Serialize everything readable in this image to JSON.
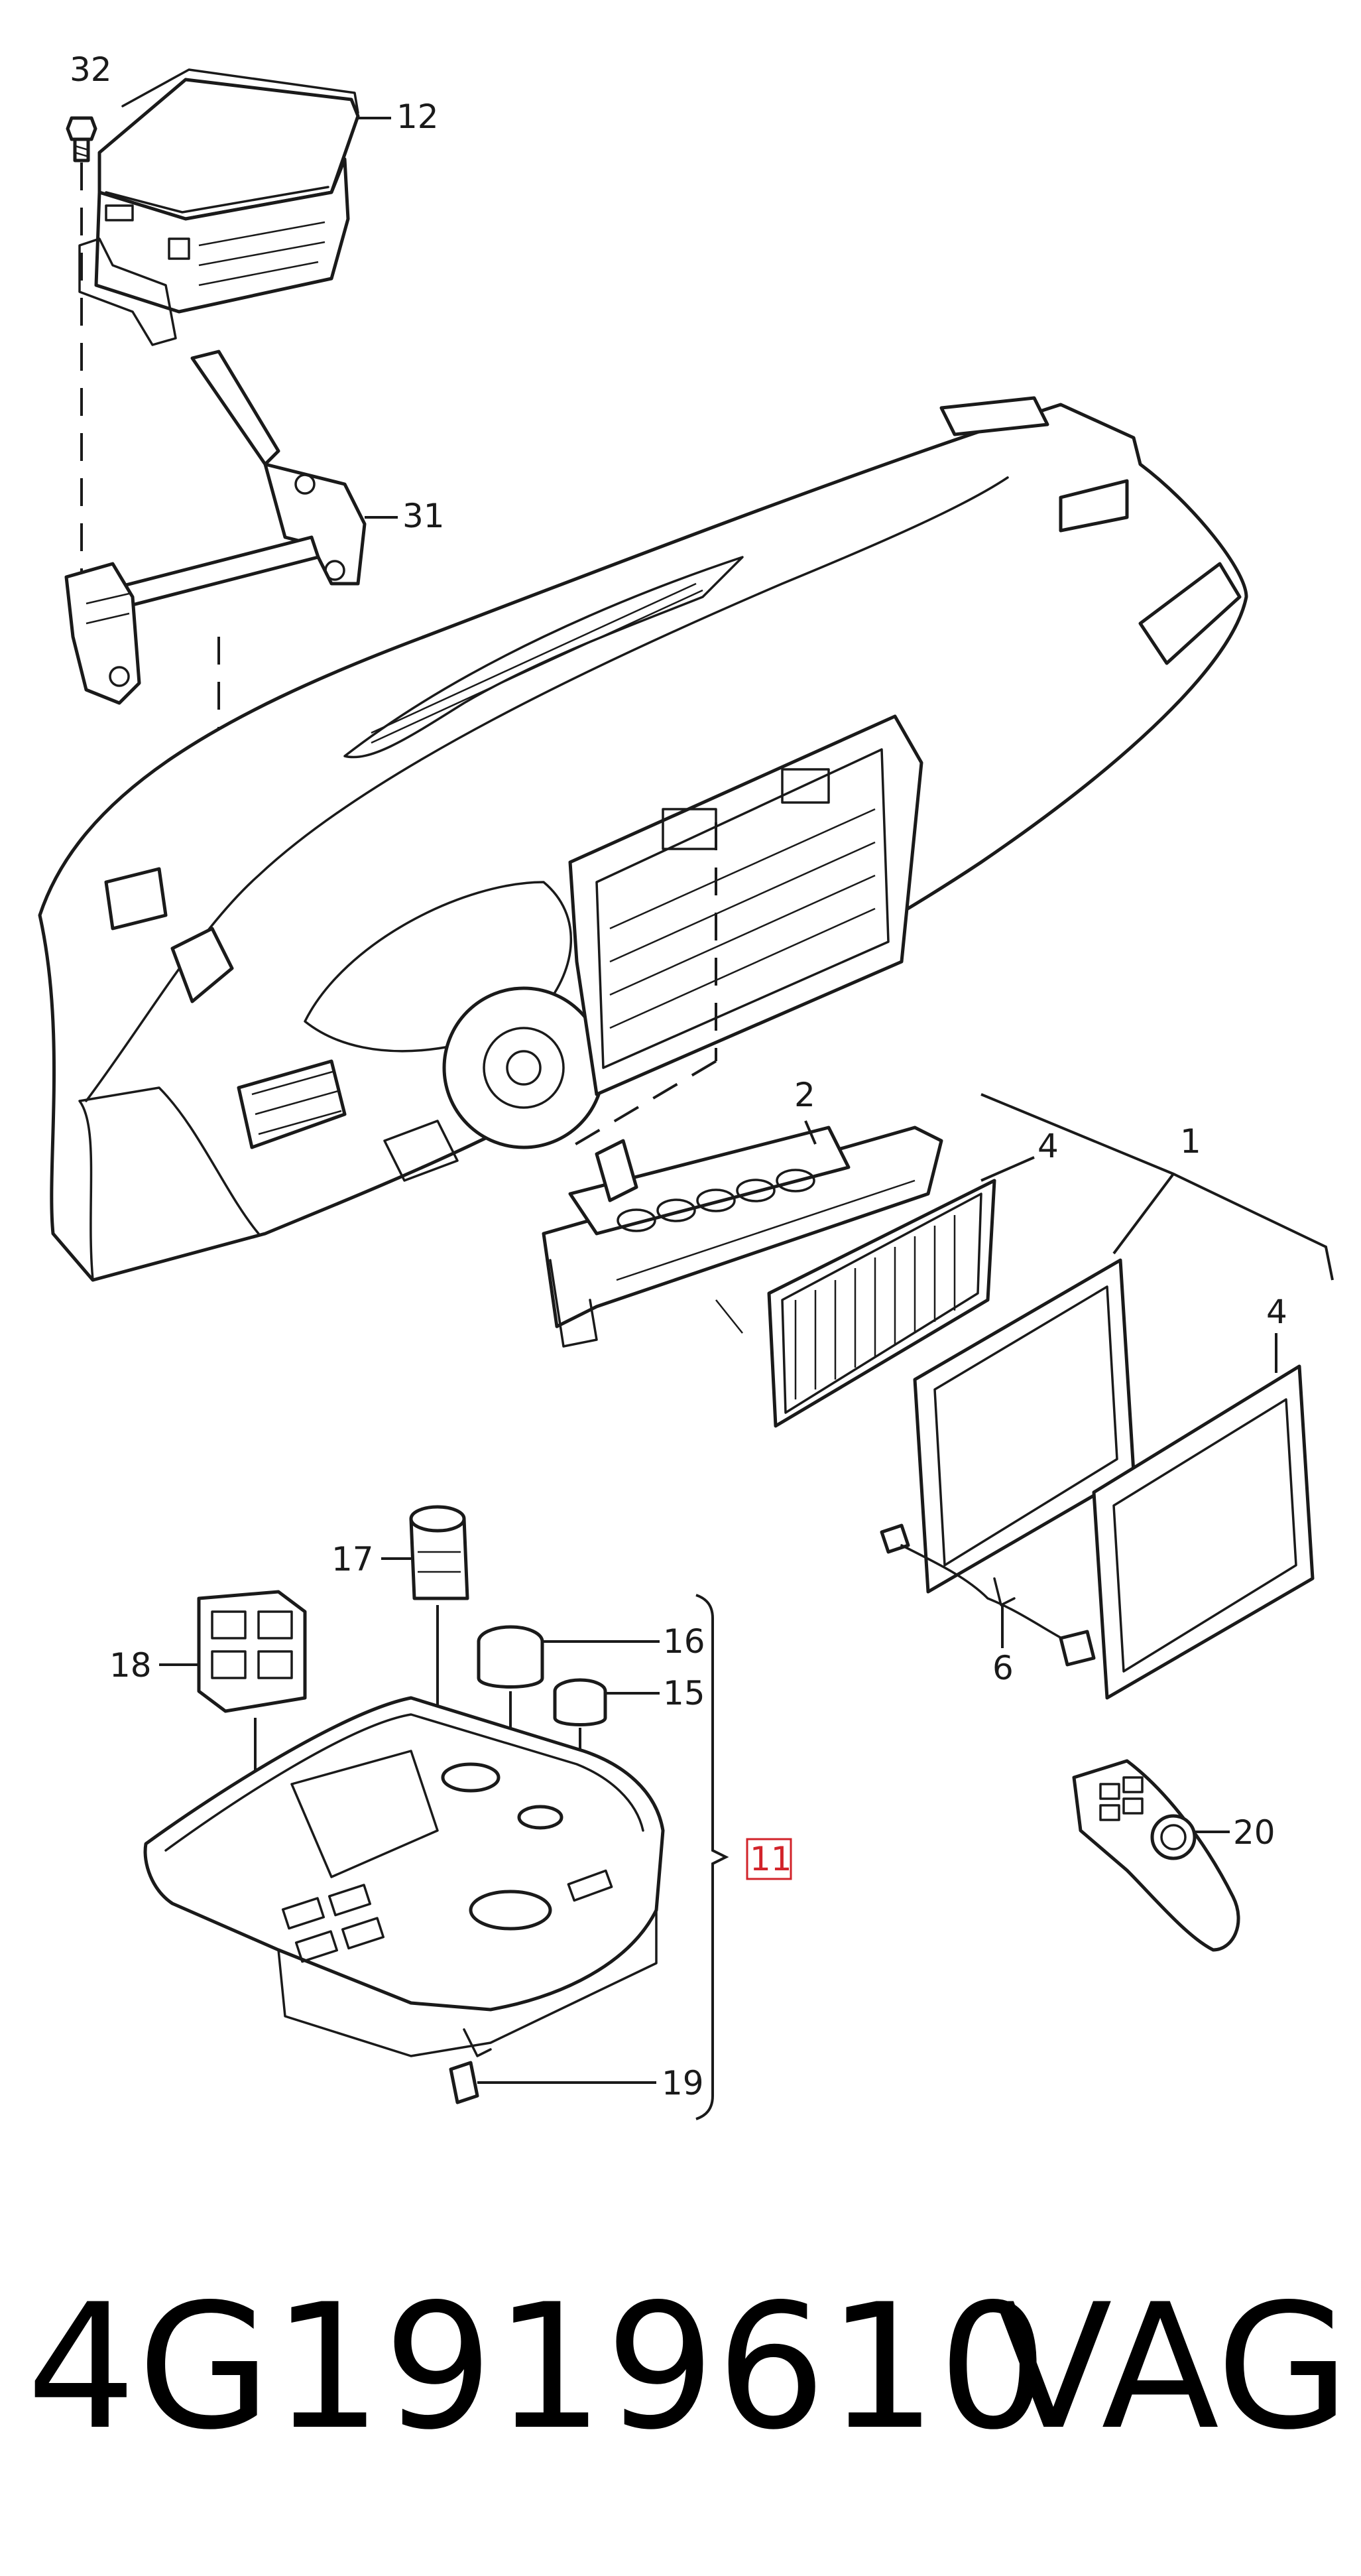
{
  "callouts": {
    "c1": "1",
    "c2": "2",
    "c4a": "4",
    "c4b": "4",
    "c6": "6",
    "c11": "11",
    "c12": "12",
    "c15": "15",
    "c16": "16",
    "c17": "17",
    "c18": "18",
    "c19": "19",
    "c20": "20",
    "c31": "31",
    "c32": "32"
  },
  "footer": {
    "part_number": "4G1919610",
    "brand": "VAG"
  },
  "colors": {
    "line": "#1a1a1a",
    "highlight": "#d2232a",
    "background": "#ffffff"
  }
}
